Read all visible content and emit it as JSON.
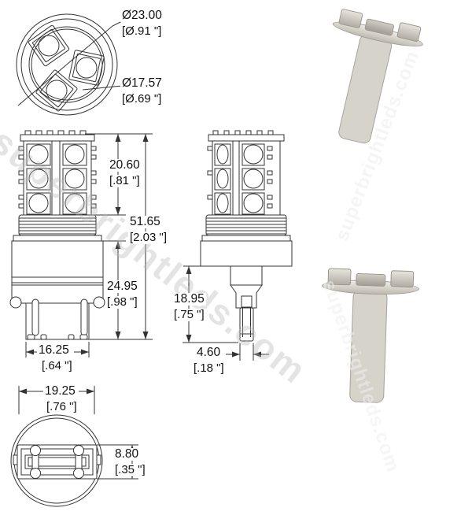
{
  "watermark": {
    "text": "superbrightleds.com"
  },
  "dims": {
    "outer_diameter": {
      "mm": "Ø23.00",
      "in": "[Ø.91 \"]"
    },
    "inner_diameter": {
      "mm": "Ø17.57",
      "in": "[Ø.69 \"]"
    },
    "led_section_height": {
      "mm": "20.60",
      "in": "[.81 \"]"
    },
    "overall_height": {
      "mm": "51.65",
      "in": "[2.03 \"]"
    },
    "base_section_height": {
      "mm": "24.95",
      "in": "[.98 \"]"
    },
    "base_width": {
      "mm": "16.25",
      "in": "[.64 \"]"
    },
    "wedge_height": {
      "mm": "18.95",
      "in": "[.75 \"]"
    },
    "wedge_thickness": {
      "mm": "4.60",
      "in": "[.18 \"]"
    },
    "connector_width": {
      "mm": "19.25",
      "in": "[.76 \"]"
    },
    "connector_depth": {
      "mm": "8.80",
      "in": "[.35 \"]"
    }
  },
  "colors": {
    "red_body": "#e82a1e",
    "red_dark": "#7e0d08",
    "gray_light": "#d6d3cb",
    "gray_mid": "#a8a49b",
    "white_ring": "#f2f1ee",
    "led_frame_red": "#b5473c",
    "led_chip": "#5d5c57",
    "line": "#333333",
    "text": "#111111",
    "watermark_gray": "#bbbbbb"
  }
}
